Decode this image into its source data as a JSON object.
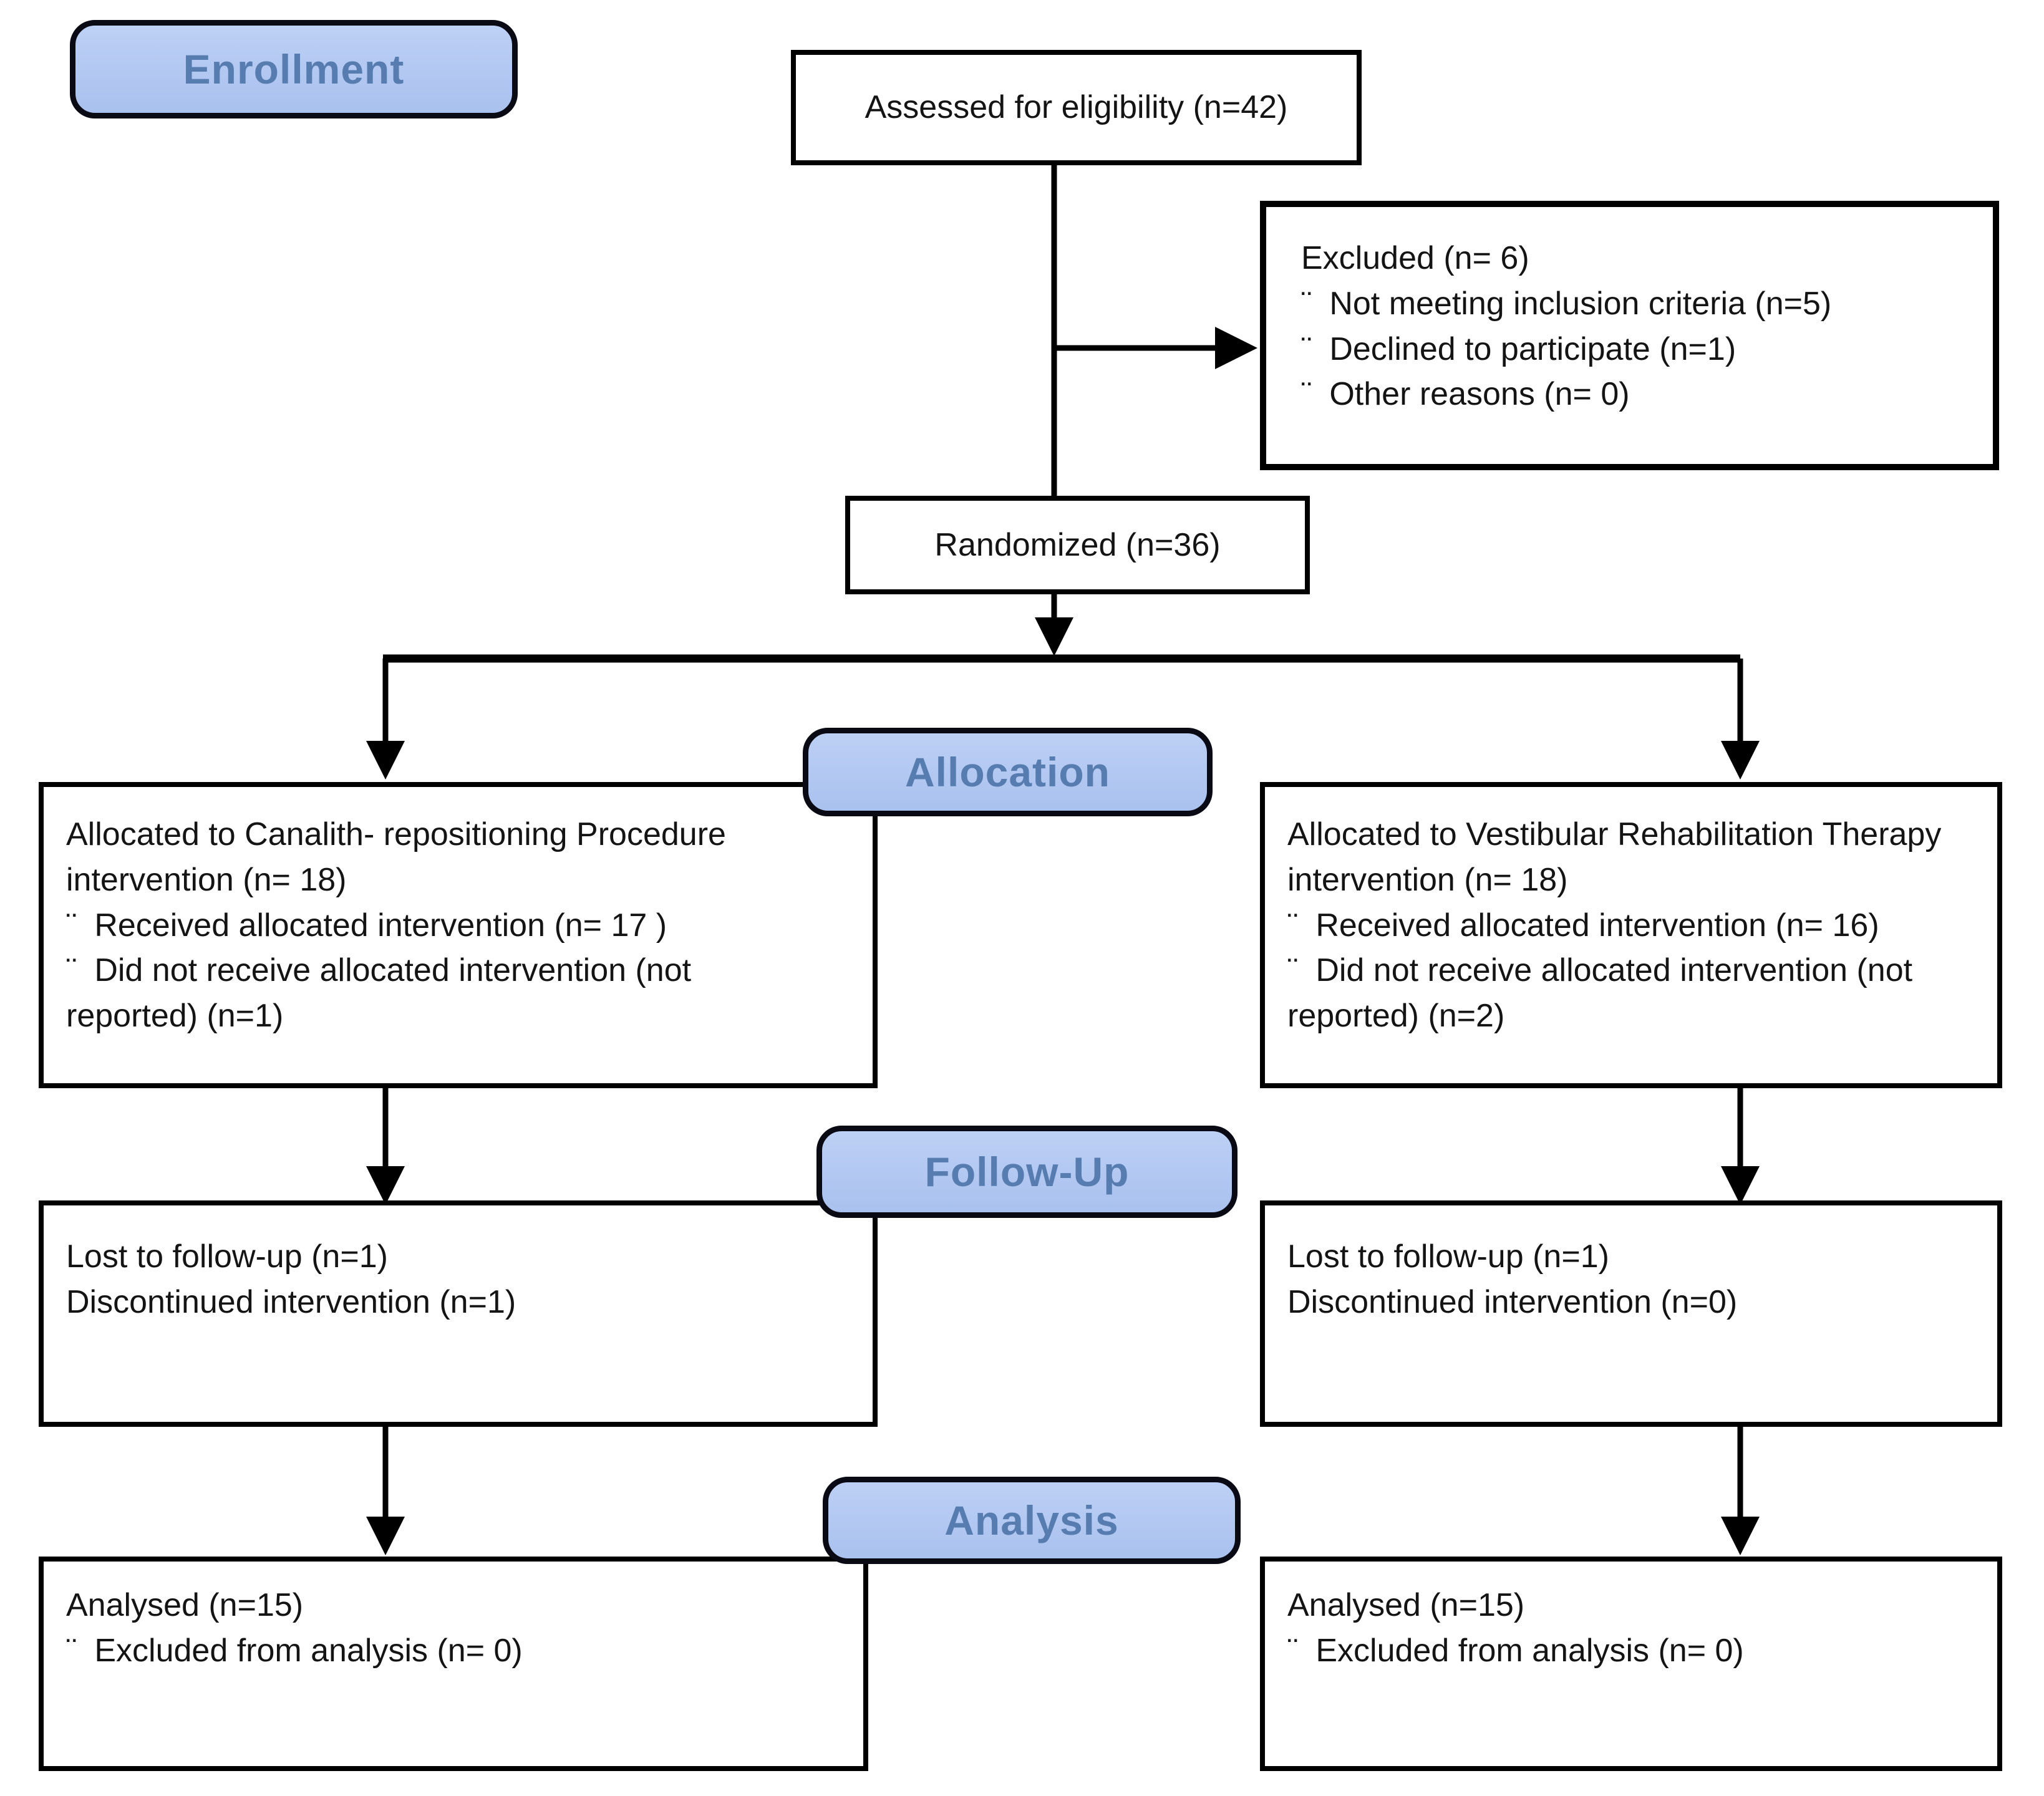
{
  "colors": {
    "background": "#ffffff",
    "box-border": "#000000",
    "box-text": "#141414",
    "connector": "#000000",
    "phase-fill-top": "#bdd0f5",
    "phase-fill-bottom": "#a9c1ee",
    "phase-border": "#0a0a14",
    "phase-text": "#567cb0"
  },
  "phases": {
    "enrollment": {
      "label": "Enrollment"
    },
    "allocation": {
      "label": "Allocation"
    },
    "followup": {
      "label": "Follow-Up"
    },
    "analysis": {
      "label": "Analysis"
    }
  },
  "boxes": {
    "assessed": {
      "text": "Assessed for eligibility (n=42)"
    },
    "randomized": {
      "text": "Randomized (n=36)"
    },
    "excluded": {
      "lines": [
        {
          "text": "Excluded (n= 6)"
        },
        {
          "bullet": "¨",
          "text": "Not meeting inclusion criteria (n=5)"
        },
        {
          "bullet": "¨",
          "text": "Declined to participate (n=1)"
        },
        {
          "bullet": "¨",
          "text": "Other reasons (n= 0)"
        }
      ]
    },
    "allocation_left": {
      "lines": [
        {
          "text": "Allocated to Canalith- repositioning Procedure"
        },
        {
          "text": "intervention (n= 18)"
        },
        {
          "bullet": "¨",
          "text": "Received allocated intervention (n= 17 )"
        },
        {
          "bullet": "¨",
          "text": "Did not receive allocated intervention (not"
        },
        {
          "text": "reported) (n=1)"
        }
      ]
    },
    "allocation_right": {
      "lines": [
        {
          "text": "Allocated to Vestibular Rehabilitation Therapy"
        },
        {
          "text": "intervention (n= 18)"
        },
        {
          "bullet": "¨",
          "text": "Received allocated intervention (n= 16)"
        },
        {
          "bullet": "¨",
          "text": "Did not receive allocated intervention (not"
        },
        {
          "text": "reported) (n=2)"
        }
      ]
    },
    "followup_left": {
      "lines": [
        {
          "text": "Lost to follow-up (n=1)"
        },
        {
          "text": "Discontinued intervention (n=1)"
        }
      ]
    },
    "followup_right": {
      "lines": [
        {
          "text": "Lost to follow-up (n=1)"
        },
        {
          "text": "Discontinued intervention (n=0)"
        }
      ]
    },
    "analysis_left": {
      "lines": [
        {
          "text": "Analysed (n=15)"
        },
        {
          "bullet": "¨",
          "text": "Excluded from analysis (n= 0)"
        }
      ]
    },
    "analysis_right": {
      "lines": [
        {
          "text": "Analysed (n=15)"
        },
        {
          "bullet": "¨",
          "text": "Excluded from analysis (n= 0)"
        }
      ]
    }
  }
}
